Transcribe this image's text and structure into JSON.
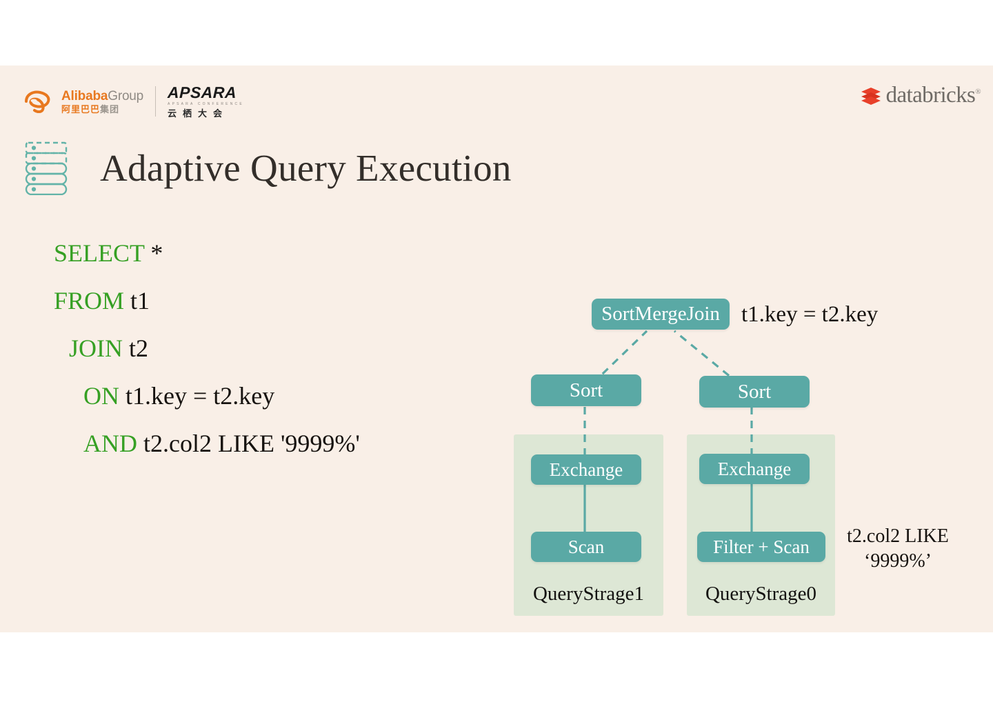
{
  "slide": {
    "background_color": "#f9efe7",
    "title": "Adaptive Query Execution",
    "title_icon": "stacked-rows-icon"
  },
  "branding": {
    "alibaba": {
      "name_en": "Alibaba",
      "group_word": "Group",
      "name_cn": "阿里巴巴",
      "name_cn_gray": "集团",
      "mark": "alibaba-mark-icon",
      "accent_color": "#e8781f"
    },
    "apsara": {
      "name": "APSARA",
      "subtitle": "APSARA CONFERENCE",
      "name_cn": "云栖大会",
      "mark": "apsara-wordmark-icon"
    },
    "databricks": {
      "name": "databricks",
      "trademark": "®",
      "mark": "databricks-stacked-blocks-icon",
      "mark_color": "#e8402a",
      "text_color": "#6f6b66"
    }
  },
  "sql": {
    "keyword_color": "#36a024",
    "text_color": "#16120f",
    "lines": [
      {
        "keyword": "SELECT",
        "rest": " *",
        "indent": 0
      },
      {
        "keyword": "FROM",
        "rest": "   t1",
        "indent": 0
      },
      {
        "keyword": "JOIN",
        "rest": " t2",
        "indent": 1
      },
      {
        "keyword": "ON",
        "rest": " t1.key = t2.key",
        "indent": 2
      },
      {
        "keyword": "AND",
        "rest": " t2.col2 LIKE '9999%'",
        "indent": 2
      }
    ]
  },
  "diagram": {
    "node_color": "#5aa9a5",
    "stage_color": "#dde7d5",
    "edge_color": "#5aa9a5",
    "nodes": {
      "sort_merge_join": "SortMergeJoin",
      "sort_left": "Sort",
      "sort_right": "Sort",
      "exchange_left": "Exchange",
      "exchange_right": "Exchange",
      "scan_left": "Scan",
      "scan_right": "Filter + Scan"
    },
    "stages": {
      "left_label": "QueryStrage1",
      "right_label": "QueryStrage0"
    },
    "annotations": {
      "join_condition": "t1.key = t2.key",
      "filter_condition": "t2.col2 LIKE ‘9999%’"
    }
  }
}
